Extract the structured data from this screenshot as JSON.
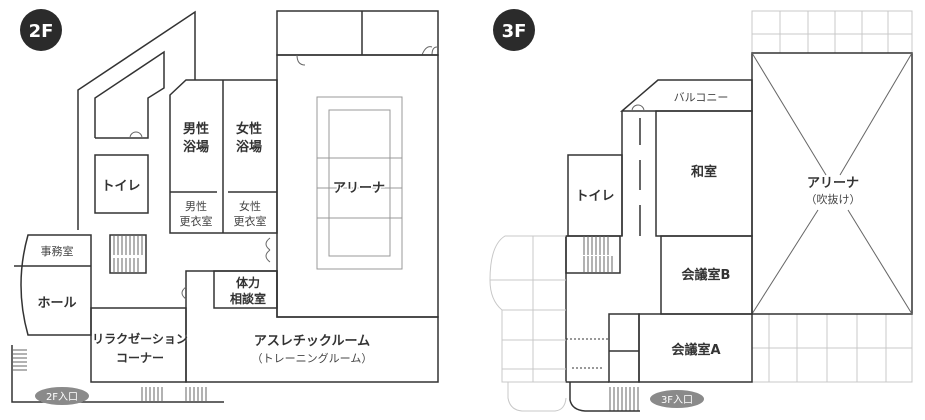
{
  "floors": [
    {
      "badge": "2F",
      "entrance_label": "2F入口",
      "rooms": {
        "toilet": "トイレ",
        "mens_bath_l1": "男性",
        "mens_bath_l2": "浴場",
        "womens_bath_l1": "女性",
        "womens_bath_l2": "浴場",
        "mens_locker_l1": "男性",
        "mens_locker_l2": "更衣室",
        "womens_locker_l1": "女性",
        "womens_locker_l2": "更衣室",
        "arena": "アリーナ",
        "office": "事務室",
        "hall": "ホール",
        "fitness_consult_l1": "体力",
        "fitness_consult_l2": "相談室",
        "relax_l1": "リラクゼーション",
        "relax_l2": "コーナー",
        "athletic": "アスレチックルーム",
        "athletic_sub": "（トレーニングルーム）"
      }
    },
    {
      "badge": "3F",
      "entrance_label": "3F入口",
      "rooms": {
        "balcony": "バルコニー",
        "toilet": "トイレ",
        "japanese_room": "和室",
        "arena": "アリーナ",
        "arena_sub": "（吹抜け）",
        "meeting_b": "会議室B",
        "meeting_a": "会議室A"
      }
    }
  ],
  "colors": {
    "badge": "#2b2b2b",
    "toilet": "#cce8fb",
    "bath": "#e8f2d0",
    "arena": "#fffccc",
    "gray_room": "#dddddd",
    "athletic": "#fdecc8",
    "lavender": "#e8e0f4",
    "japanese": "#fffccc",
    "entrance_pill": "#8a8a8a"
  }
}
